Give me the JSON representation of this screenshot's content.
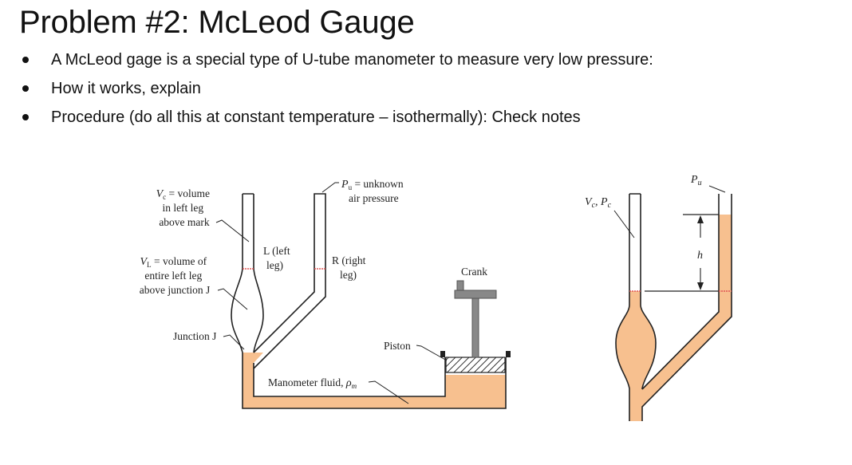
{
  "title": "Problem #2: McLeod Gauge",
  "bullets": [
    "A McLeod gage is a special type of U-tube manometer to measure very low pressure:",
    "How it works, explain",
    "Procedure (do all this at constant temperature – isothermally): Check notes"
  ],
  "colors": {
    "fluid": "#f7c08f",
    "tube": "#222222",
    "piston": "#777777",
    "mark": "#e05555"
  },
  "left_diagram": {
    "vc_label": [
      "V",
      "c",
      " = volume",
      "in left leg",
      "above mark"
    ],
    "vl_label": [
      "V",
      "L",
      " = volume of",
      "entire left leg",
      "above junction J"
    ],
    "junction_label": "Junction J",
    "l_leg_label": [
      "L (left",
      "leg)"
    ],
    "r_leg_label": [
      "R (right",
      "leg)"
    ],
    "pu_label": [
      "P",
      "u",
      " = unknown",
      "air pressure"
    ],
    "crank_label": "Crank",
    "piston_label": "Piston",
    "fluid_label": [
      "Manometer fluid, ",
      "ρ",
      "m"
    ]
  },
  "right_diagram": {
    "vc_pc_label": [
      "V",
      "c",
      ", P",
      "c"
    ],
    "pu_label": [
      "P",
      "u"
    ],
    "h_label": "h"
  }
}
